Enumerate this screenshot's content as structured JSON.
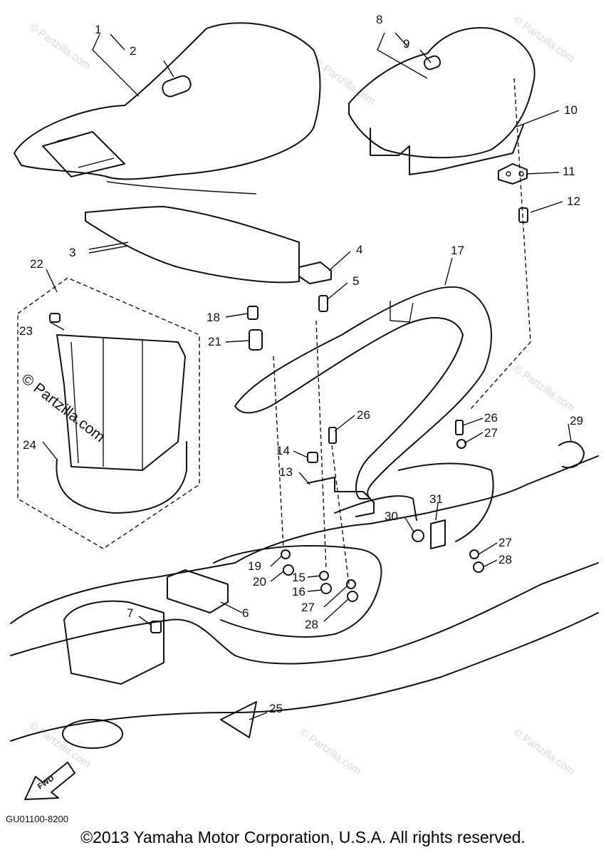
{
  "diagram": {
    "code": "GU01100-8200",
    "copyright": "©2013  Yamaha Motor Corporation, U.S.A. All rights reserved.",
    "fwd_label": "FWD",
    "watermark_center": "© Partzilla.com",
    "watermark_repeat": "© Partzilla.com"
  },
  "callouts": [
    {
      "id": "1",
      "label": "1"
    },
    {
      "id": "2",
      "label": "2"
    },
    {
      "id": "3",
      "label": "3"
    },
    {
      "id": "4",
      "label": "4"
    },
    {
      "id": "5",
      "label": "5"
    },
    {
      "id": "6",
      "label": "6"
    },
    {
      "id": "7",
      "label": "7"
    },
    {
      "id": "8",
      "label": "8"
    },
    {
      "id": "9",
      "label": "9"
    },
    {
      "id": "10",
      "label": "10"
    },
    {
      "id": "11",
      "label": "11"
    },
    {
      "id": "12",
      "label": "12"
    },
    {
      "id": "13",
      "label": "13"
    },
    {
      "id": "14",
      "label": "14"
    },
    {
      "id": "15",
      "label": "15"
    },
    {
      "id": "16",
      "label": "16"
    },
    {
      "id": "17",
      "label": "17"
    },
    {
      "id": "18",
      "label": "18"
    },
    {
      "id": "19",
      "label": "19"
    },
    {
      "id": "20",
      "label": "20"
    },
    {
      "id": "21",
      "label": "21"
    },
    {
      "id": "22",
      "label": "22"
    },
    {
      "id": "23",
      "label": "23"
    },
    {
      "id": "24",
      "label": "24"
    },
    {
      "id": "25",
      "label": "25"
    },
    {
      "id": "26a",
      "label": "26"
    },
    {
      "id": "26b",
      "label": "26"
    },
    {
      "id": "27a",
      "label": "27"
    },
    {
      "id": "27b",
      "label": "27"
    },
    {
      "id": "27c",
      "label": "27"
    },
    {
      "id": "28a",
      "label": "28"
    },
    {
      "id": "28b",
      "label": "28"
    },
    {
      "id": "29",
      "label": "29"
    },
    {
      "id": "30",
      "label": "30"
    },
    {
      "id": "31",
      "label": "31"
    }
  ]
}
